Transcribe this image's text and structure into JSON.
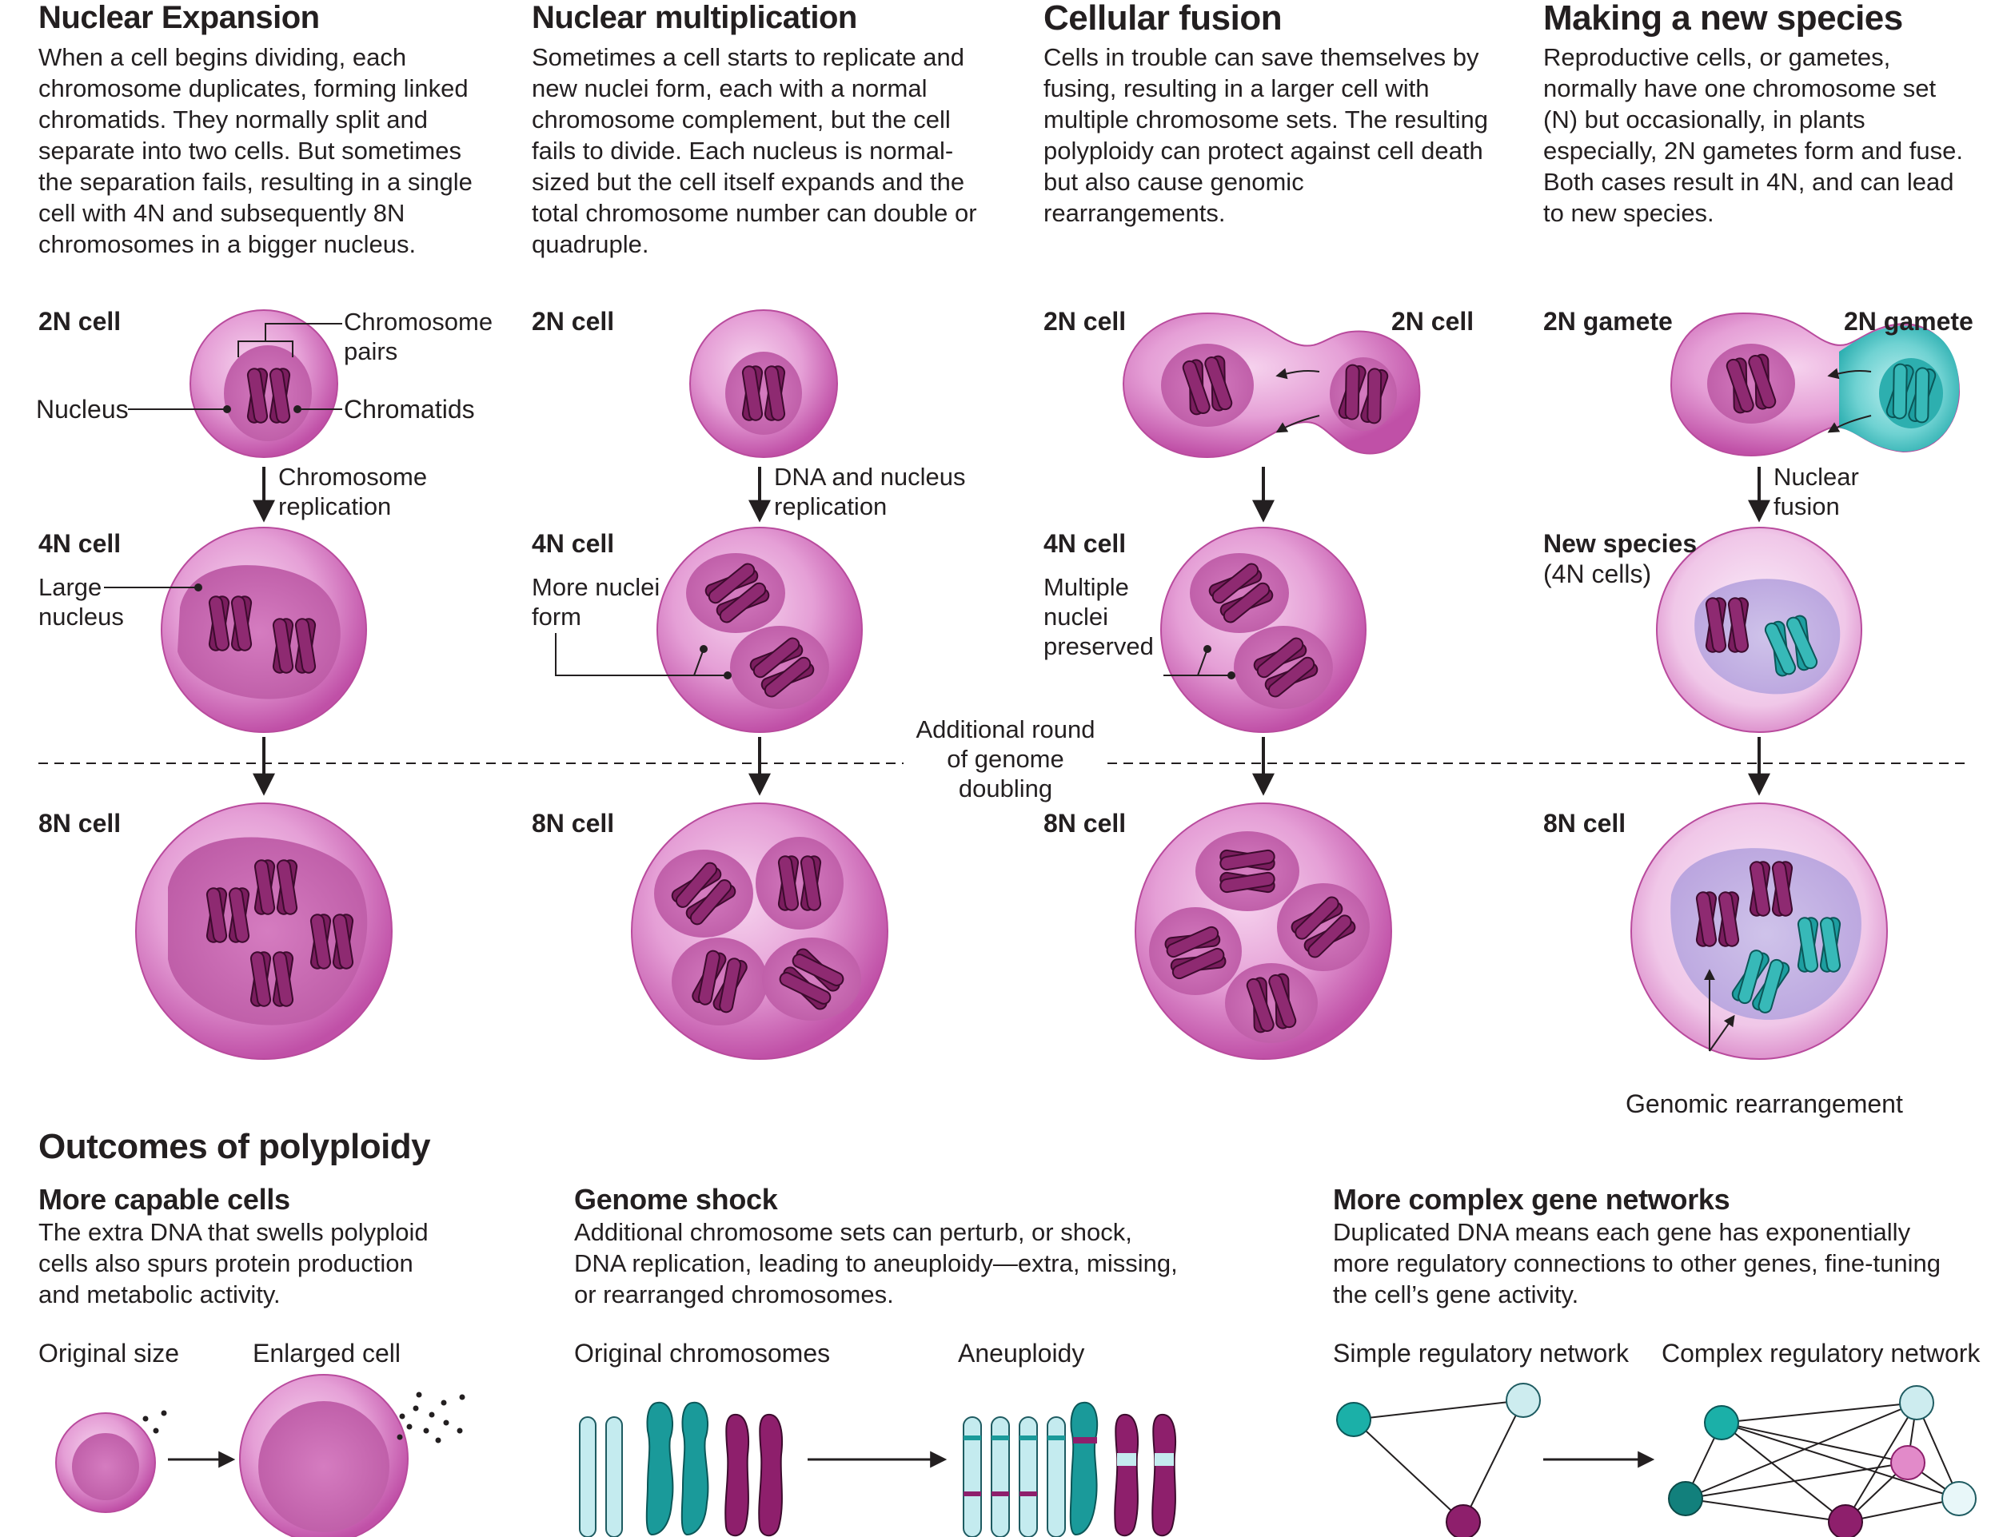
{
  "panels": [
    {
      "title": "Nuclear Expansion",
      "body": "When a cell begins dividing, each chromosome duplicates, forming linked chromatids. They normally split and separate into two cells. But sometimes the separation fails, resulting in a single cell with 4N and subsequently 8N chromosomes in a bigger nucleus.",
      "label_2n": "2N cell",
      "label_4n": "4N cell",
      "label_8n": "8N cell",
      "callout_chromosome_pairs": "Chromosome pairs",
      "callout_nucleus": "Nucleus",
      "callout_chromatids": "Chromatids",
      "step": "Chromosome replication",
      "callout_large_nucleus": "Large nucleus"
    },
    {
      "title": "Nuclear multiplication",
      "body": "Sometimes a cell starts to replicate and new nuclei form, each with a normal chromosome complement, but the cell fails to divide. Each nucleus is normal-sized but the cell itself expands and the total chromosome number can double or quadruple.",
      "label_2n": "2N cell",
      "label_4n": "4N cell",
      "label_8n": "8N cell",
      "step": "DNA and nucleus replication",
      "callout": "More nuclei form"
    },
    {
      "title": "Cellular fusion",
      "body": "Cells in trouble can save themselves by fusing, resulting in a larger cell with multiple chromosome sets. The resulting polyploidy can protect against cell death but also cause genomic rearrangements.",
      "label_2n_left": "2N cell",
      "label_2n_right": "2N cell",
      "label_4n": "4N cell",
      "label_8n": "8N cell",
      "callout": "Multiple nuclei preserved"
    },
    {
      "title": "Making a new species",
      "body": "Reproductive cells, or gametes, normally have one chromosome set (N) but  occasionally, in plants especially, 2N gametes form and fuse. Both cases result in 4N, and can lead to new species.",
      "label_left": "2N gamete",
      "label_right": "2N gamete",
      "step": "Nuclear fusion",
      "label_new_species": "New species",
      "label_new_species_sub": "(4N cells)",
      "label_8n": "8N cell",
      "callout": "Genomic rearrangement"
    }
  ],
  "divider_label": "Additional round of genome doubling",
  "outcomes": {
    "title": "Outcomes of polyploidy",
    "items": [
      {
        "title": "More capable cells",
        "body": "The extra DNA that swells polyploid cells also spurs protein production and metabolic activity.",
        "left_label": "Original size",
        "right_label": "Enlarged cell"
      },
      {
        "title": "Genome shock",
        "body": "Additional chromosome sets can perturb, or shock, DNA replication, leading to aneuploidy—extra, missing, or rearranged chromosomes.",
        "left_label": "Original chromosomes",
        "right_label": "Aneuploidy"
      },
      {
        "title": "More complex gene networks",
        "body": "Duplicated DNA means each gene has exponentially more regulatory connections to other genes, fine-tuning the cell’s gene activity.",
        "left_label": "Simple regulatory network",
        "right_label": "Complex regulatory network"
      }
    ]
  },
  "colors": {
    "cell": "#e59fd6",
    "cell_edge": "#b93f9b",
    "nucleus": "#c966b1",
    "chromosome_purple": "#7a1d5e",
    "chromosome_teal": "#149a9b",
    "chromosome_light": "#bde8ea",
    "node_teal": "#1bb0a8",
    "node_light": "#cdecef",
    "node_purple": "#8e1f6c",
    "node_pink": "#e28ac9"
  }
}
